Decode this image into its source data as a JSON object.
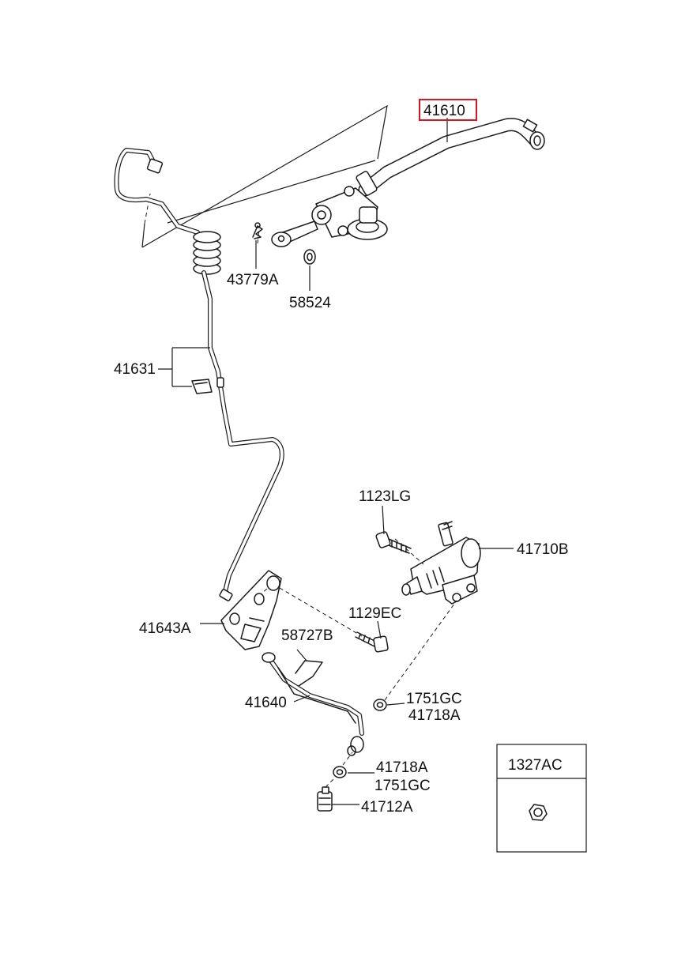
{
  "diagram": {
    "labels": {
      "p41610": "41610",
      "p43779A": "43779A",
      "p58524": "58524",
      "p41631": "41631",
      "p1123LG": "1123LG",
      "p41710B": "41710B",
      "p1129EC": "1129EC",
      "p41643A": "41643A",
      "p58727B": "58727B",
      "p41640": "41640",
      "p1751GC_a": "1751GC",
      "p41718A_a": "41718A",
      "p41718A_b": "41718A",
      "p1751GC_b": "1751GC",
      "p41712A": "41712A",
      "p1327AC": "1327AC"
    },
    "highlighted_part": "41610",
    "highlight_color": "#e0141e"
  }
}
